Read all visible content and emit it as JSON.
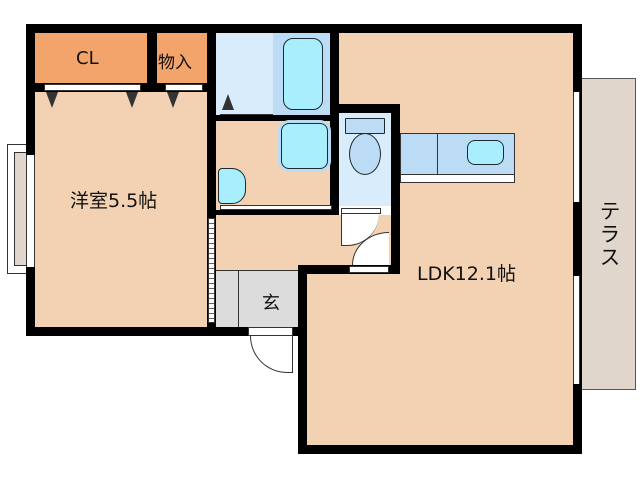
{
  "floorplan": {
    "rooms": {
      "closet": "CL",
      "storage": "物入",
      "western_room": "洋室5.5帖",
      "ldk": "LDK12.1帖",
      "entrance": "玄",
      "terrace": "テラス"
    },
    "colors": {
      "room_floor": "#f2d2b3",
      "closet": "#f2a46b",
      "wet_area": "#d9ecfb",
      "fixture": "#a8eefc",
      "entrance": "#dcdcdc",
      "terrace": "#e1d6cc",
      "wall": "#000000"
    }
  }
}
